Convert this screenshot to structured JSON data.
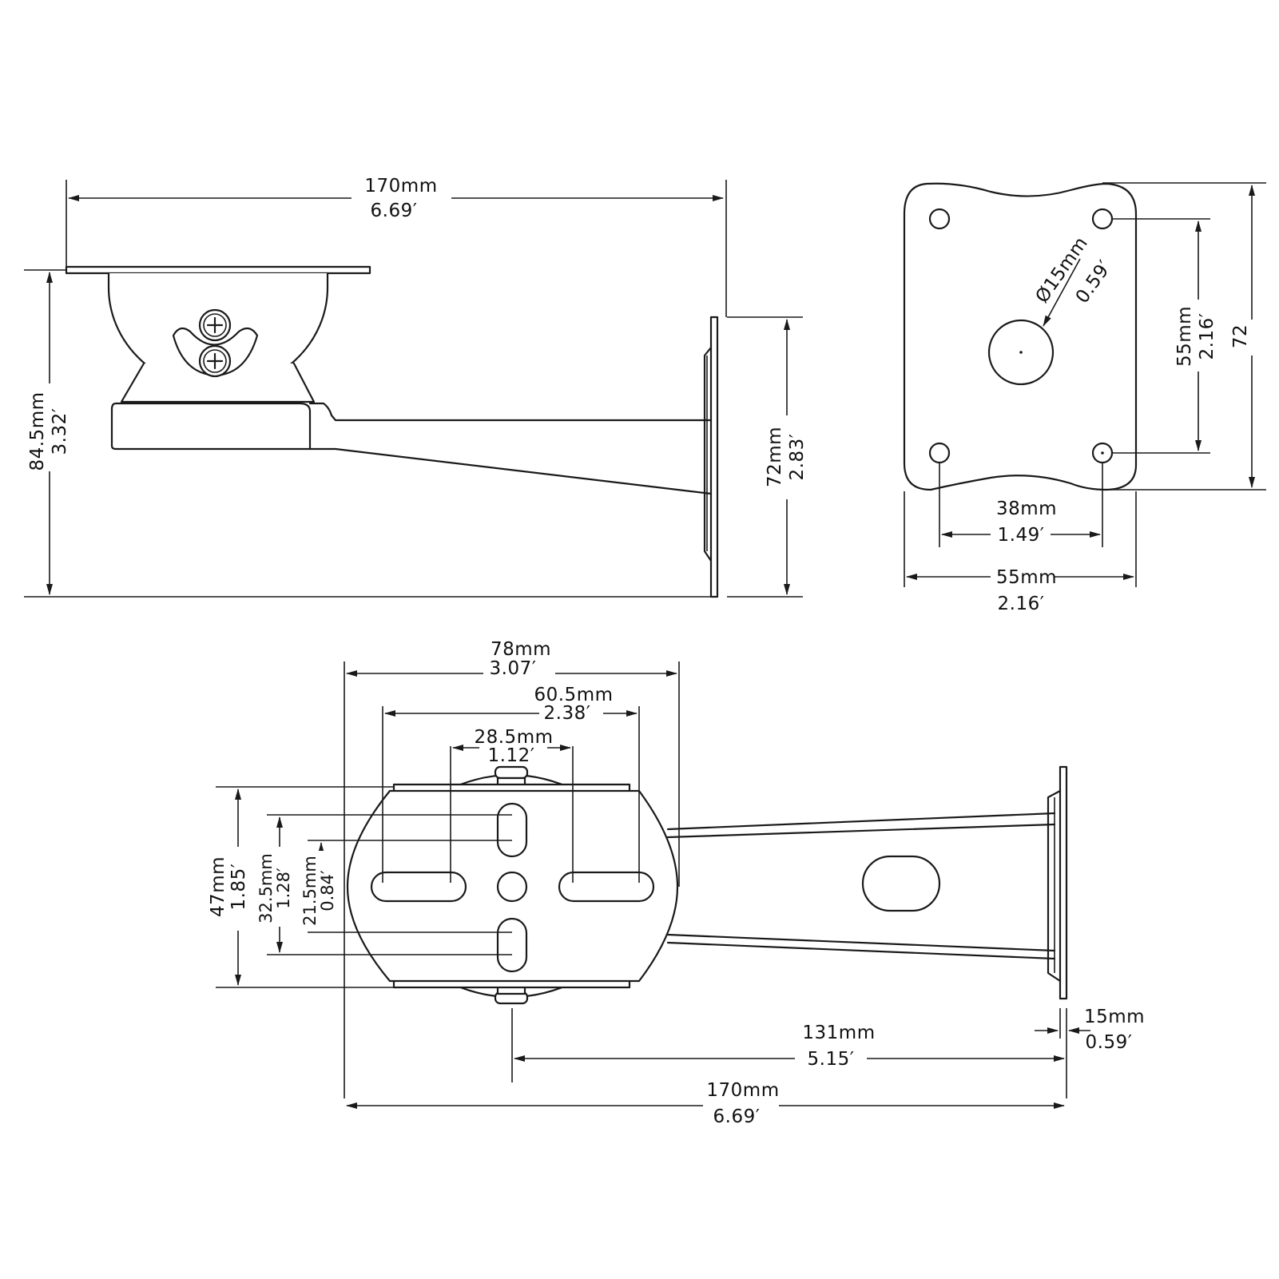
{
  "side_view": {
    "width_mm": "170mm",
    "width_in": "6.69′",
    "height_mm": "84.5mm",
    "height_in": "3.32′",
    "plate_height_mm": "72mm",
    "plate_height_in": "2.83′"
  },
  "end_view": {
    "hole_dia_mm": "Ø15mm",
    "hole_dia_in": "0.59′",
    "hole_spacing_v_mm": "55mm",
    "hole_spacing_v_in": "2.16′",
    "plate_height": "72",
    "hole_spacing_h_mm": "38mm",
    "hole_spacing_h_in": "1.49′",
    "plate_width_mm": "55mm",
    "plate_width_in": "2.16′"
  },
  "top_view": {
    "outer_width_mm": "78mm",
    "outer_width_in": "3.07′",
    "slot_span_mm": "60.5mm",
    "slot_span_in": "2.38′",
    "inner_span_mm": "28.5mm",
    "inner_span_in": "1.12′",
    "height_mm": "47mm",
    "height_in": "1.85′",
    "slot_v_span_mm": "32.5mm",
    "slot_v_span_in": "1.28′",
    "slot_v_inner_mm": "21.5mm",
    "slot_v_inner_in": "0.84′",
    "arm_length_mm": "131mm",
    "arm_length_in": "5.15′",
    "plate_thick_mm": "15mm",
    "plate_thick_in": "0.59′",
    "total_length_mm": "170mm",
    "total_length_in": "6.69′"
  }
}
